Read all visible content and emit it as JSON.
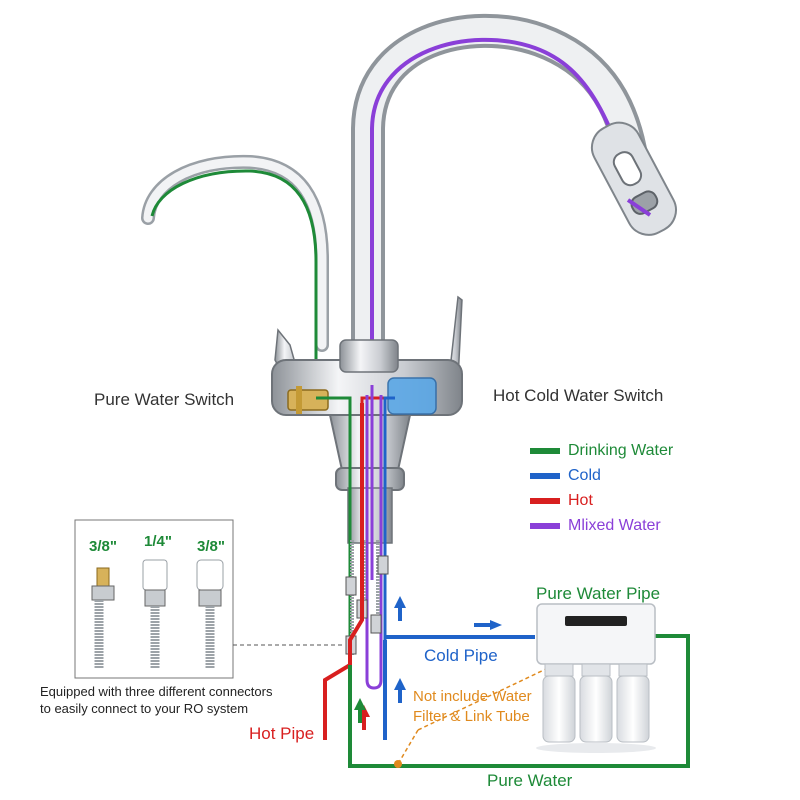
{
  "labels": {
    "pure_water_switch": "Pure Water Switch",
    "hot_cold_water_switch": "Hot Cold Water Switch",
    "pure_water_pipe": "Pure Water Pipe",
    "cold_pipe": "Cold Pipe",
    "hot_pipe": "Hot Pipe",
    "pure_water": "Pure Water",
    "not_include_line1": "Not include Water",
    "not_include_line2": "Filter & Link Tube",
    "connectors_note_line1": "Equipped with three different connectors",
    "connectors_note_line2": "to easily connect to your RO system"
  },
  "legend": [
    {
      "label": "Drinking Water",
      "color": "#1e8a38"
    },
    {
      "label": "Cold",
      "color": "#1f63c9"
    },
    {
      "label": "Hot",
      "color": "#d81f1f"
    },
    {
      "label": "Mlixed Water",
      "color": "#8a3fd8"
    }
  ],
  "connectors": [
    {
      "size": "3/8\""
    },
    {
      "size": "1/4\""
    },
    {
      "size": "3/8\""
    }
  ],
  "colors": {
    "drinking": "#1e8a38",
    "cold": "#1f63c9",
    "hot": "#d81f1f",
    "mixed": "#8a3fd8",
    "note": "#e08a1e",
    "chrome": "#b8bcc2"
  }
}
